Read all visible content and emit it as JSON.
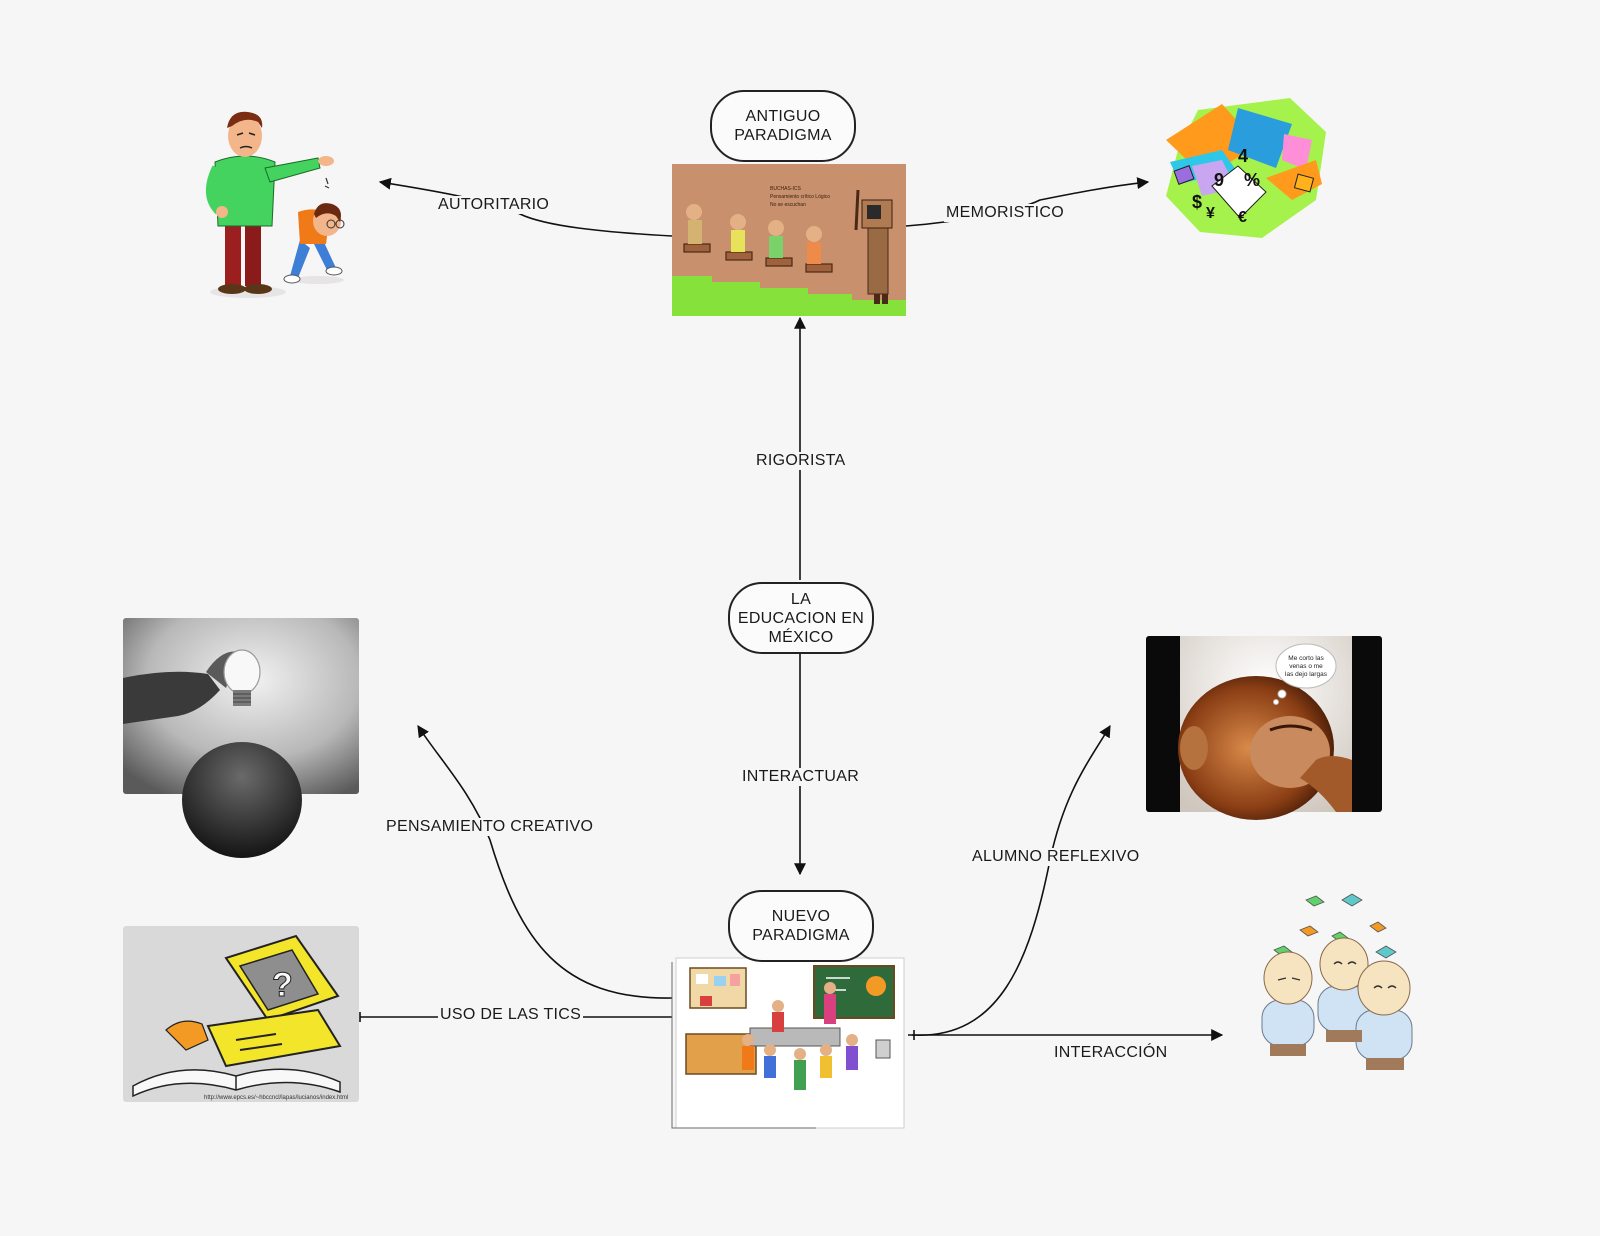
{
  "nodes": {
    "antiguo": {
      "lines": [
        "ANTIGUO",
        "PARADIGMA"
      ]
    },
    "centro": {
      "lines": [
        "LA",
        "EDUCACION EN",
        "MÉXICO"
      ]
    },
    "nuevo": {
      "lines": [
        "NUEVO",
        "PARADIGMA"
      ]
    }
  },
  "edges": {
    "autoritario": "AUTORITARIO",
    "memoristico": "MEMORISTICO",
    "rigorista": "RIGORISTA",
    "interactuar": "INTERACTUAR",
    "pensamiento": "PENSAMIENTO CREATIVO",
    "uso_tics": "USO DE LAS TICS",
    "alumno": "ALUMNO REFLEXIVO",
    "interaccion": "INTERACCIÓN"
  },
  "images": {
    "classroom_text": [
      "BUCHAS-ICS",
      "Pensamiento crítico Lógico",
      "No se escuchan"
    ],
    "monkey_thought": [
      "Me corto las",
      "venas o me",
      "las dejo largas"
    ],
    "symbols": [
      "4",
      "9",
      "%",
      "$",
      "¥",
      "€"
    ],
    "computer_glyph": "?",
    "url_caption": "http://www.epcs.es/~hbccncl/lapas/lucianos/index.html"
  },
  "colors": {
    "line": "#111111",
    "background": "#f7f6f7",
    "node_border": "#222222"
  }
}
